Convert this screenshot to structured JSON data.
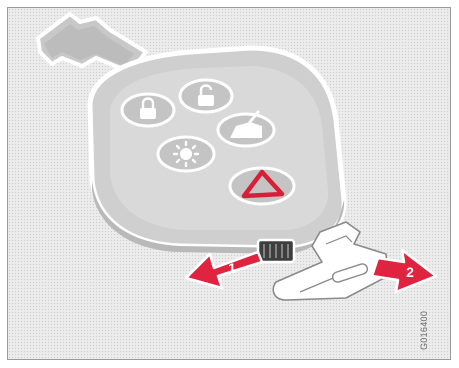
{
  "figure": {
    "callouts": [
      {
        "label": "1",
        "action": "slide-catch-sideways"
      },
      {
        "label": "2",
        "action": "pull-out-key-blade"
      }
    ],
    "reference_code": "G016400",
    "colors": {
      "arrow": "#e0233f",
      "hazard_triangle": "#d81f3a",
      "fob_body": "#cfcfcf",
      "fob_outline": "#ffffff",
      "panel_background": "#ececec"
    },
    "icons": [
      "key-blade-icon",
      "lock-icon",
      "unlock-icon",
      "tailgate-icon",
      "approach-light-icon",
      "hazard-triangle-icon",
      "catch-slider-icon"
    ]
  }
}
